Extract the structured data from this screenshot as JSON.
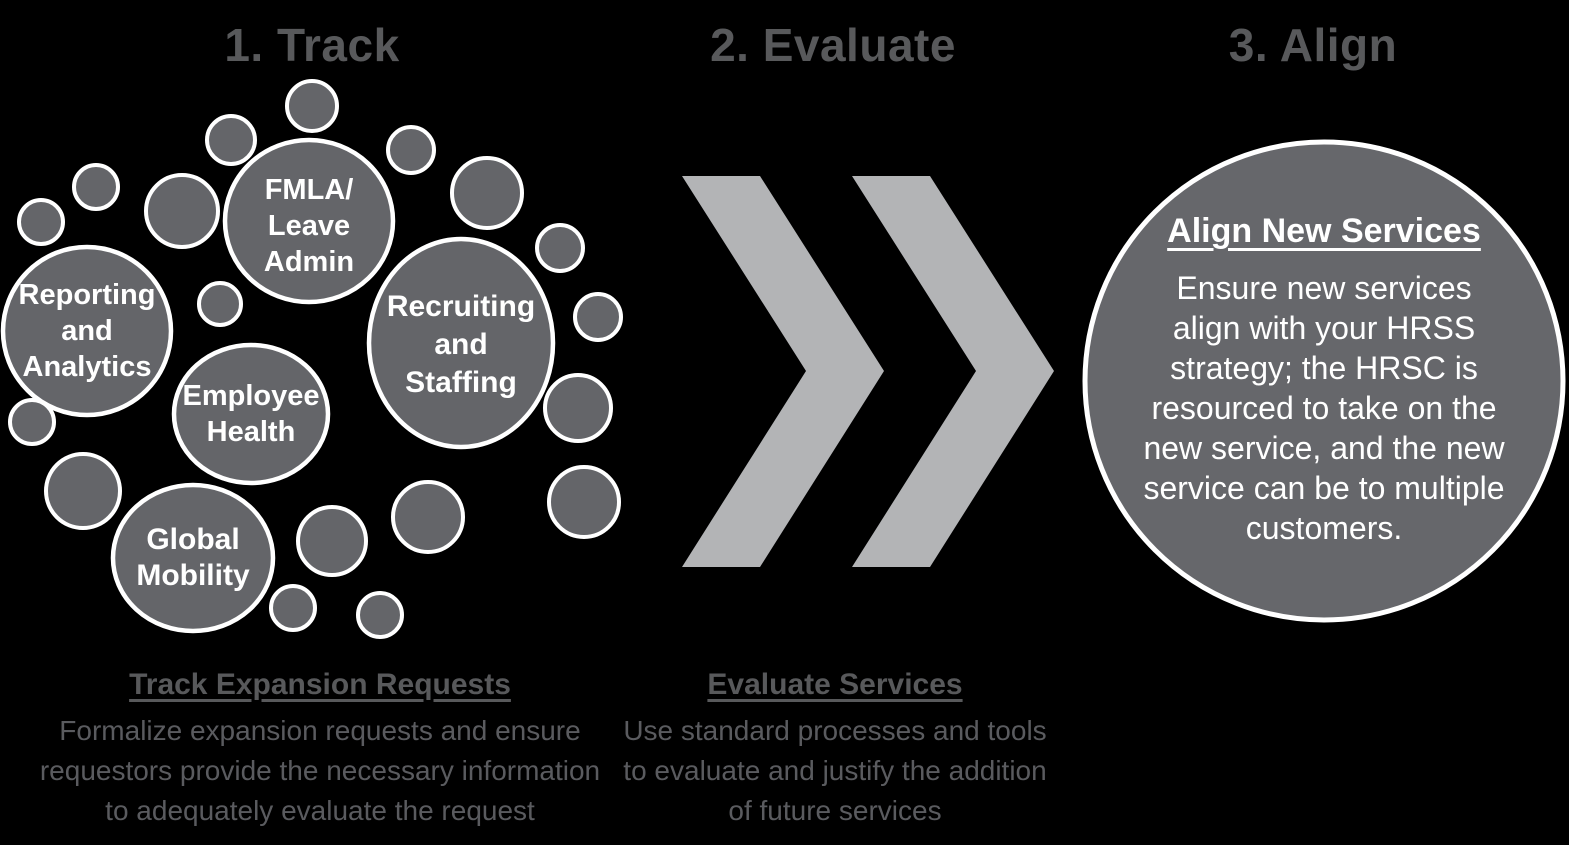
{
  "diagram": {
    "background_color": "#000000",
    "stages": [
      {
        "id": "track",
        "title": "1. Track"
      },
      {
        "id": "evaluate",
        "title": "2. Evaluate"
      },
      {
        "id": "align",
        "title": "3. Align"
      }
    ]
  },
  "track": {
    "bubbles": [
      {
        "label": "FMLA/\nLeave\nAdmin"
      },
      {
        "label": "Reporting\nand\nAnalytics"
      },
      {
        "label": "Recruiting\nand\nStaffing"
      },
      {
        "label": "Employee\nHealth"
      },
      {
        "label": "Global\nMobility"
      }
    ],
    "caption_heading": "Track Expansion Requests",
    "caption_body": "Formalize expansion requests and ensure\nrequestors provide the necessary information\nto adequately evaluate the request"
  },
  "evaluate": {
    "caption_heading": "Evaluate Services",
    "caption_body": "Use standard processes and tools\nto evaluate and justify the addition\nof future services"
  },
  "align": {
    "circle_heading": "Align New Services",
    "circle_body": "Ensure new services\nalign with your HRSS\nstrategy; the HRSC is\nresourced to take on the\nnew service, and the new\nservice can be to multiple\ncustomers."
  },
  "icons": {
    "chevrons": "double-chevron-right-icon"
  },
  "colors": {
    "background": "#000000",
    "bubble_fill": "#646569",
    "bubble_stroke": "#ffffff",
    "bubble_text": "#ffffff",
    "chevron": "#b3b4b6",
    "stage_title_text": "#58595b",
    "caption_text": "#5a5b5f"
  }
}
